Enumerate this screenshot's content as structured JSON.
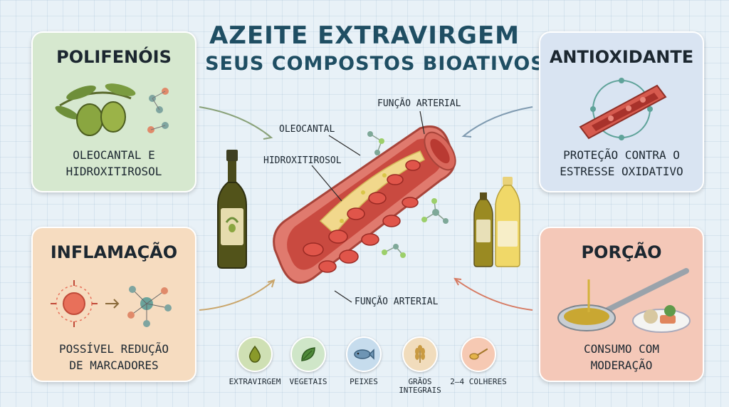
{
  "title": {
    "line1": "AZEITE EXTRAVIRGEM",
    "line2": "E SEUS COMPOSTOS BIOATIVOS"
  },
  "cards": {
    "polifenois": {
      "title": "POLIFENÓIS",
      "line1": "OLEOCANTAL E",
      "line2": "HIDROXITIROSOL",
      "color": "#d6e8cf"
    },
    "antioxidante": {
      "title": "ANTIOXIDANTE",
      "line1": "PROTEÇÃO CONTRA O",
      "line2": "ESTRESSE OXIDATIVO",
      "color": "#d9e4f2"
    },
    "inflamacao": {
      "title": "INFLAMAÇÃO",
      "line1": "POSSÍVEL REDUÇÃO",
      "line2": "DE MARCADORES",
      "color": "#f6dcc0"
    },
    "porcao": {
      "title": "PORÇÃO",
      "line1": "CONSUMO COM",
      "line2": "MODERAÇÃO",
      "color": "#f4c8b8"
    }
  },
  "artery_labels": {
    "funcao_top": "FUNÇÃO ARTERIAL",
    "oleocantal": "OLEOCANTAL",
    "hidroxitirosol": "HIDROXITIROSOL",
    "funcao_bottom": "FUNÇÃO ARTERIAL"
  },
  "footer": [
    {
      "label": "EXTRAVIRGEM",
      "icon": "oil-drop-icon",
      "color": "#cfe0b4"
    },
    {
      "label": "VEGETAIS",
      "icon": "leaf-icon",
      "color": "#cfe6c8"
    },
    {
      "label": "PEIXES",
      "icon": "fish-icon",
      "color": "#c6dced"
    },
    {
      "label": "GRÃOS INTEGRAIS",
      "icon": "wheat-icon",
      "color": "#f1dcbc"
    },
    {
      "label": "2–4 COLHERES",
      "icon": "spoon-icon",
      "color": "#f6c9b3"
    }
  ]
}
